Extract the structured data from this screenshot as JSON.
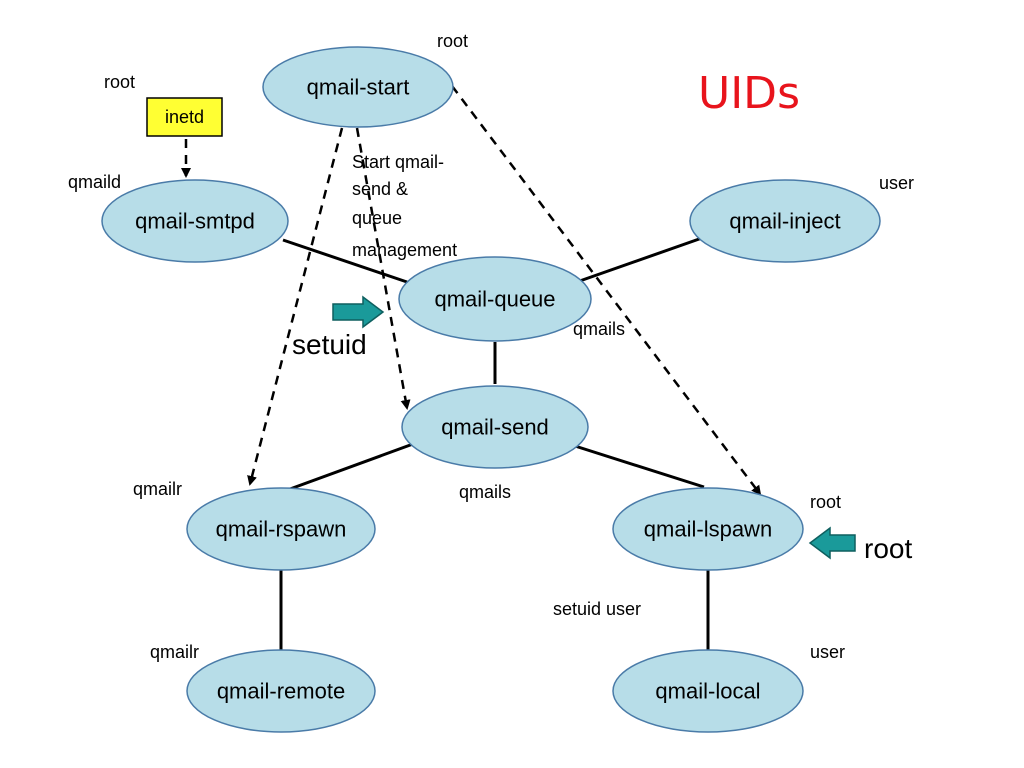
{
  "title": "UIDs",
  "colors": {
    "title": "#e8141c",
    "node_fill": "#b7dde8",
    "node_stroke": "#4a7ba8",
    "inetd_fill": "#ffff33",
    "arrow_fill": "#1a9a9a"
  },
  "nodes": {
    "inetd": "inetd",
    "qmail_start": "qmail-start",
    "qmail_smtpd": "qmail-smtpd",
    "qmail_inject": "qmail-inject",
    "qmail_queue": "qmail-queue",
    "qmail_send": "qmail-send",
    "qmail_rspawn": "qmail-rspawn",
    "qmail_lspawn": "qmail-lspawn",
    "qmail_remote": "qmail-remote",
    "qmail_local": "qmail-local"
  },
  "labels": {
    "root_start": "root",
    "root_inetd": "root",
    "qmaild": "qmaild",
    "user_inject": "user",
    "setuid": "setuid",
    "qmails_queue": "qmails",
    "qmailr_rspawn": "qmailr",
    "qmails_send": "qmails",
    "root_lspawn": "root",
    "root_big": "root",
    "setuid_user": "setuid user",
    "qmailr_remote": "qmailr",
    "user_local": "user"
  },
  "note_lines": [
    "Start qmail-",
    "send &",
    "queue",
    "management"
  ]
}
